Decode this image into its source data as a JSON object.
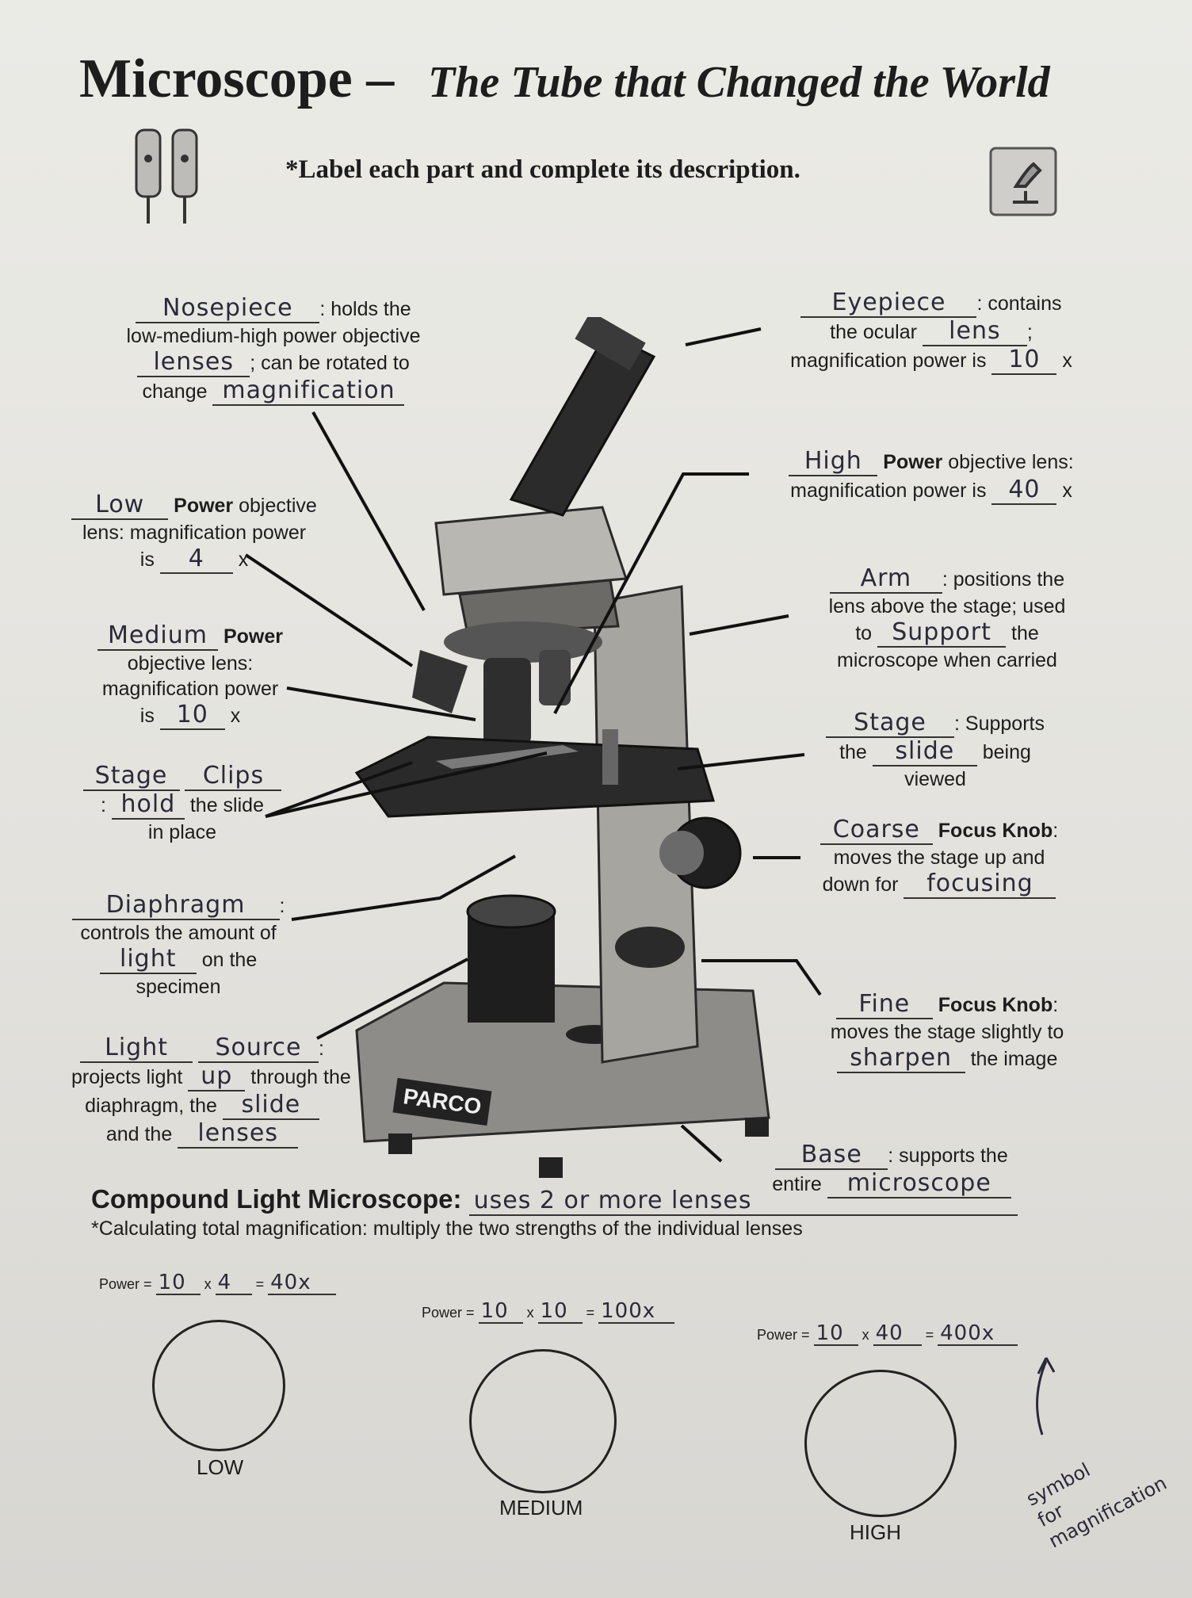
{
  "header": {
    "title": "Microscope",
    "dash": "–",
    "subtitle": "The Tube that Changed the World",
    "instruction": "*Label each part and complete its description."
  },
  "parts": {
    "nosepiece": {
      "answer1": "Nosepiece",
      "text1": ": holds the",
      "text2": "low-medium-high power objective",
      "answer2": "lenses",
      "text3": "; can be rotated to",
      "text4": "change",
      "answer3": "magnification"
    },
    "eyepiece": {
      "answer1": "Eyepiece",
      "text1": ": contains",
      "text2": "the ocular",
      "answer2": "lens",
      "text3": ";",
      "text4": "magnification power is",
      "answer3": "10",
      "text5": "x"
    },
    "high": {
      "answer1": "High",
      "text1": "Power",
      "text2": "objective lens:",
      "text3": "magnification power is",
      "answer2": "40",
      "text4": "x"
    },
    "low": {
      "answer1": "Low",
      "text1": "Power",
      "text2": "objective",
      "text3": "lens: magnification power",
      "text4": "is",
      "answer2": "4",
      "text5": "x"
    },
    "arm": {
      "answer1": "Arm",
      "text1": ": positions the",
      "text2": "lens above the stage; used",
      "text3": "to",
      "answer2": "Support",
      "text4": "the",
      "text5": "microscope when carried"
    },
    "medium": {
      "answer1": "Medium",
      "text1": "Power",
      "text2": "objective lens:",
      "text3": "magnification power",
      "text4": "is",
      "answer2": "10",
      "text5": "x"
    },
    "stage": {
      "answer1": "Stage",
      "text1": ": Supports",
      "text2": "the",
      "answer2": "slide",
      "text3": "being",
      "text4": "viewed"
    },
    "clips": {
      "answer1": "Stage",
      "answer2": "Clips",
      "text1": ":",
      "answer3": "hold",
      "text2": "the slide",
      "text3": "in place"
    },
    "coarse": {
      "answer1": "Coarse",
      "text1": "Focus Knob",
      "text2": ":",
      "text3": "moves the stage up and",
      "text4": "down for",
      "answer2": "focusing"
    },
    "diaphragm": {
      "answer1": "Diaphragm",
      "text1": ":",
      "text2": "controls the amount of",
      "answer2": "light",
      "text3": "on the",
      "text4": "specimen"
    },
    "fine": {
      "answer1": "Fine",
      "text1": "Focus Knob",
      "text2": ":",
      "text3": "moves the stage slightly to",
      "answer2": "sharpen",
      "text4": "the image"
    },
    "light": {
      "answer1": "Light",
      "answer2": "Source",
      "text1": ":",
      "text2": "projects light",
      "answer3": "up",
      "text3": "through the",
      "text4": "diaphragm, the",
      "answer4": "slide",
      "text5": "and the",
      "answer5": "lenses"
    },
    "base": {
      "answer1": "Base",
      "text1": ": supports the",
      "text2": "entire",
      "answer2": "microscope"
    }
  },
  "brand": "PARCO",
  "compound": {
    "title": "Compound Light Microscope:",
    "answer": "uses 2 or more lenses",
    "note": "*Calculating total magnification: multiply the two strengths of the individual lenses"
  },
  "calculations": [
    {
      "power_label": "Power =",
      "a": "10",
      "x": "x",
      "b": "4",
      "eq": "=",
      "result": "40x",
      "caption": "LOW"
    },
    {
      "power_label": "Power =",
      "a": "10",
      "x": "x",
      "b": "10",
      "eq": "=",
      "result": "100x",
      "caption": "MEDIUM"
    },
    {
      "power_label": "Power =",
      "a": "10",
      "x": "x",
      "b": "40",
      "eq": "=",
      "result": "400x",
      "caption": "HIGH"
    }
  ],
  "margin_note": {
    "line1": "symbol",
    "line2": "for",
    "line3": "magnification"
  }
}
